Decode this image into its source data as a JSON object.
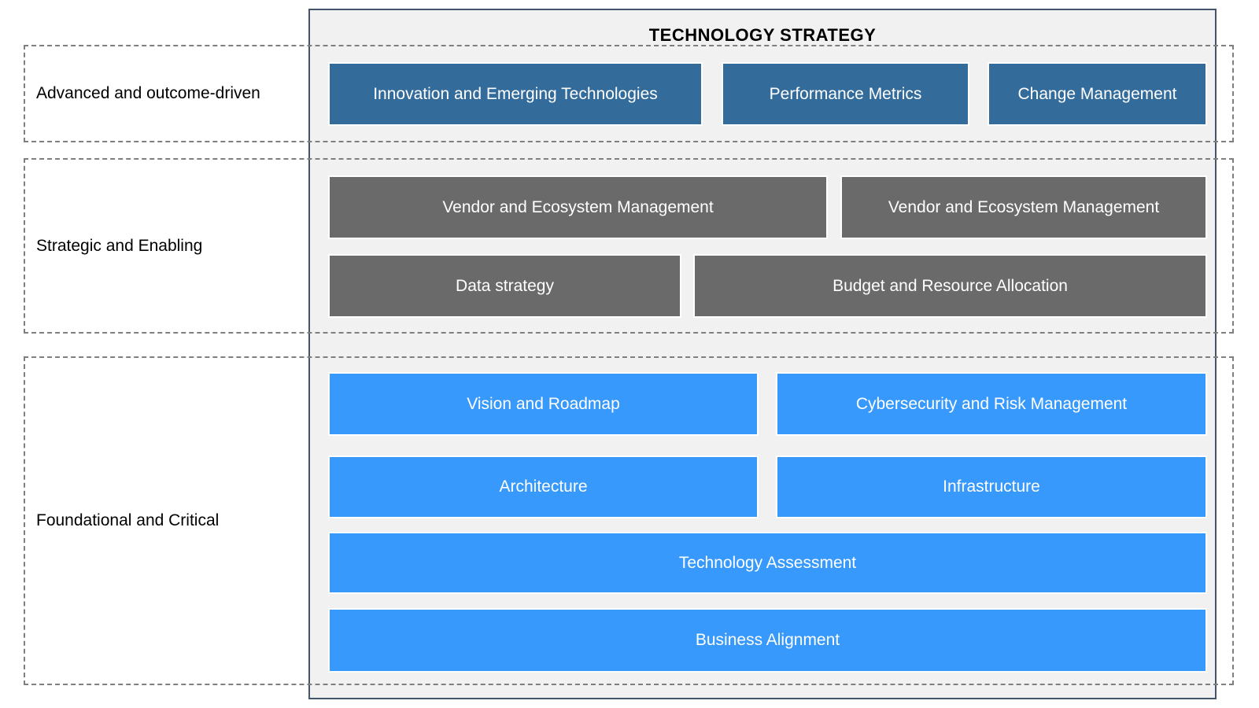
{
  "title": "TECHNOLOGY STRATEGY",
  "tiers": [
    {
      "label": "Advanced and outcome-driven",
      "color": "#336B9B",
      "boxes": [
        "Innovation and Emerging Technologies",
        "Performance Metrics",
        "Change Management"
      ]
    },
    {
      "label": "Strategic and Enabling",
      "color": "#6A6A6A",
      "boxes": [
        "Vendor and Ecosystem Management",
        "Vendor and Ecosystem Management",
        "Data strategy",
        "Budget and Resource Allocation"
      ]
    },
    {
      "label": "Foundational and Critical",
      "color": "#3799FB",
      "boxes": [
        "Vision and Roadmap",
        "Cybersecurity and Risk Management",
        "Architecture",
        "Infrastructure",
        "Technology Assessment",
        "Business Alignment"
      ]
    }
  ],
  "colors": {
    "container_background": "#F1F1F1",
    "container_border": "#44546A",
    "band_dash": "#7F7F7F",
    "box_text": "#FFFFFF",
    "label_text": "#000000"
  }
}
